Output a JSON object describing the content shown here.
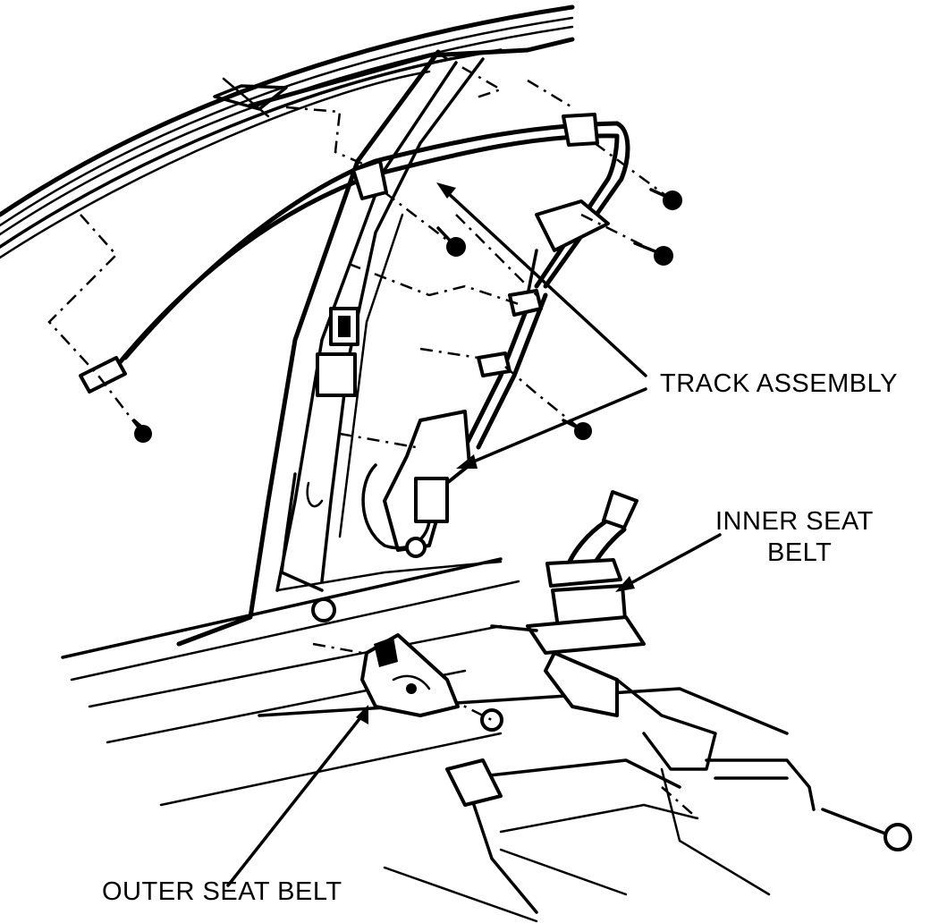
{
  "labels": {
    "track_assembly": "TRACK ASSEMBLY",
    "inner_seat_belt_line1": "INNER SEAT",
    "inner_seat_belt_line2": "BELT",
    "outer_seat_belt": "OUTER SEAT BELT"
  }
}
